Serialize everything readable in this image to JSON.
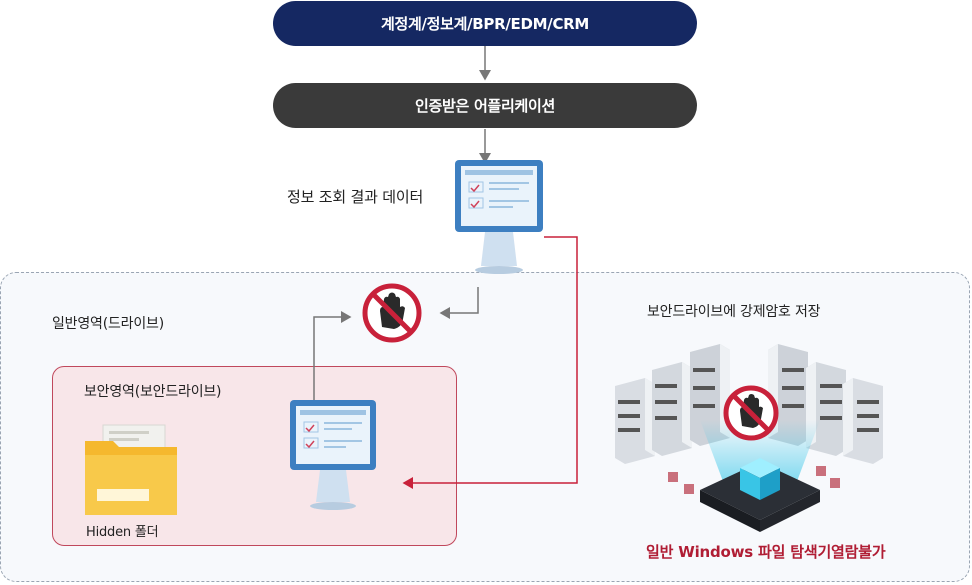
{
  "flow": {
    "sources": "계정계/정보계/BPR/EDM/CRM",
    "app": "인증받은 어플리케이션",
    "data_label": "정보 조회 결과 데이터"
  },
  "zones": {
    "general": "일반영역(드라이브)",
    "secure": "보안영역(보안드라이브)",
    "hidden_folder": "Hidden 폴더",
    "encrypted_storage": "보안드라이브에 강제암호 저장",
    "no_browse": "일반 Windows 파일 탐색기열람불가"
  },
  "icons": {
    "block": "no-hand-icon",
    "monitor": "monitor-icon",
    "folder": "folder-icon",
    "servers": "server-rack-icon"
  },
  "colors": {
    "navy": "#152862",
    "dark": "#3a3a3a",
    "red": "#c8213a",
    "monitor_blue": "#3d7fc1"
  }
}
